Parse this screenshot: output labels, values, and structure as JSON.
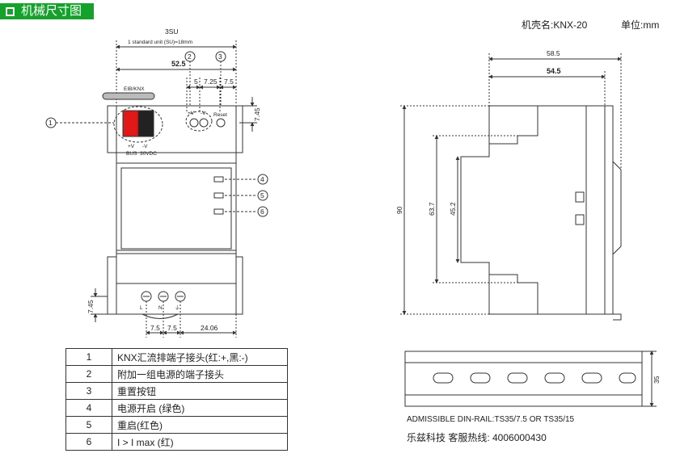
{
  "title": "机械尺寸图",
  "model": "机壳名:KNX-20",
  "unit": "单位:mm",
  "front": {
    "top_label": "3SU",
    "su_label": "1 standard unit (SU)=18mm",
    "w_total": "52.5",
    "d5": "5",
    "d725": "7.25",
    "d75": "7.5",
    "d745_top": "7.45",
    "eib": "EIB/KNX",
    "plus_v_small": "+V",
    "minus_v_small": "-V",
    "reset": "Reset",
    "pv": "+V",
    "mv": "-V",
    "bus": "BUS",
    "vdc": "30VDC",
    "d745_bottom": "7.45",
    "b75a": "7.5",
    "b75b": "7.5",
    "b2406": "24.06",
    "term_l": "L",
    "term_n": "N",
    "term_e": "⏚",
    "callouts": [
      "1",
      "2",
      "3",
      "4",
      "5",
      "6"
    ]
  },
  "side": {
    "w585": "58.5",
    "w545": "54.5",
    "h90": "90",
    "h637": "63.7",
    "h452": "45.2"
  },
  "rail": {
    "h35": "35"
  },
  "legend": [
    {
      "n": "1",
      "text": "KNX汇流排端子接头(红:+,黑:-)"
    },
    {
      "n": "2",
      "text": "附加一组电源的端子接头"
    },
    {
      "n": "3",
      "text": "重置按钮"
    },
    {
      "n": "4",
      "text": "电源开启 (绿色)"
    },
    {
      "n": "5",
      "text": "重启(红色)"
    },
    {
      "n": "6",
      "text": "I > I max (红)"
    }
  ],
  "rail_note": "ADMISSIBLE DIN-RAIL:TS35/7.5 OR TS35/15",
  "hotline": "乐兹科技 客服热线: 4006000430"
}
